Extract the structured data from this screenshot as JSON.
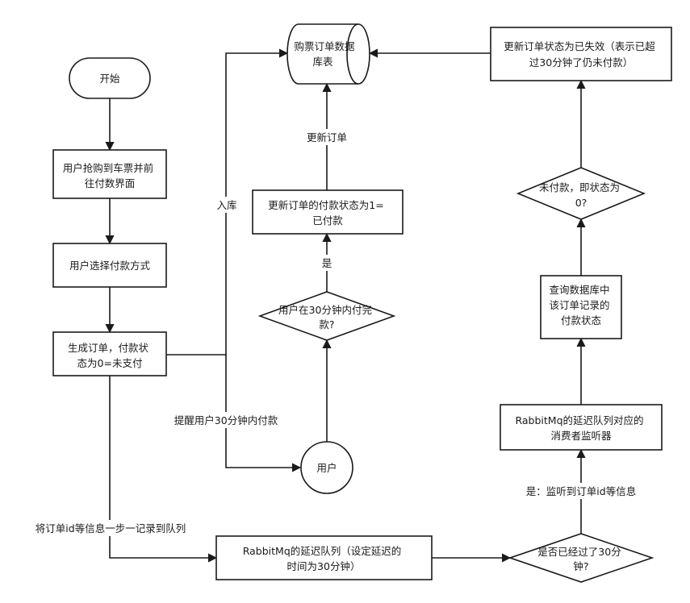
{
  "nodes": {
    "start": "开始",
    "grab_ticket": [
      "用户抢购到车票并前",
      "往付数界面"
    ],
    "select_pay": "用户选择付款方式",
    "create_order": [
      "生成订单，付款状",
      "态为0=未支付"
    ],
    "order_db": [
      "购票订单数据",
      "库表"
    ],
    "update_paid": [
      "更新订单的付款状态为1=",
      "已付款"
    ],
    "paid_in_30": [
      "用户在30分钟内付完",
      "款?"
    ],
    "user": "用户",
    "delay_queue": [
      "RabbitMq的延迟队列（设定延迟的",
      "时间为30分钟）"
    ],
    "over_30": [
      "是否已经过了30分",
      "钟?"
    ],
    "consumer": [
      "RabbitMq的延迟队列对应的",
      "消费者监听器"
    ],
    "query_db": [
      "查询数据库中",
      "该订单记录的",
      "付款状态"
    ],
    "unpaid": [
      "未付款，即状态为",
      "0?"
    ],
    "update_expired": [
      "更新订单状态为已失效（表示已超",
      "过30分钟了仍未付款）"
    ]
  },
  "edges": {
    "store": "入库",
    "update_order": "更新订单",
    "yes": "是",
    "remind": "提醒用户30分钟内付款",
    "enqueue": "将订单id等信息一步一记录到队列",
    "yes_listen": "是：监听到订单id等信息"
  }
}
